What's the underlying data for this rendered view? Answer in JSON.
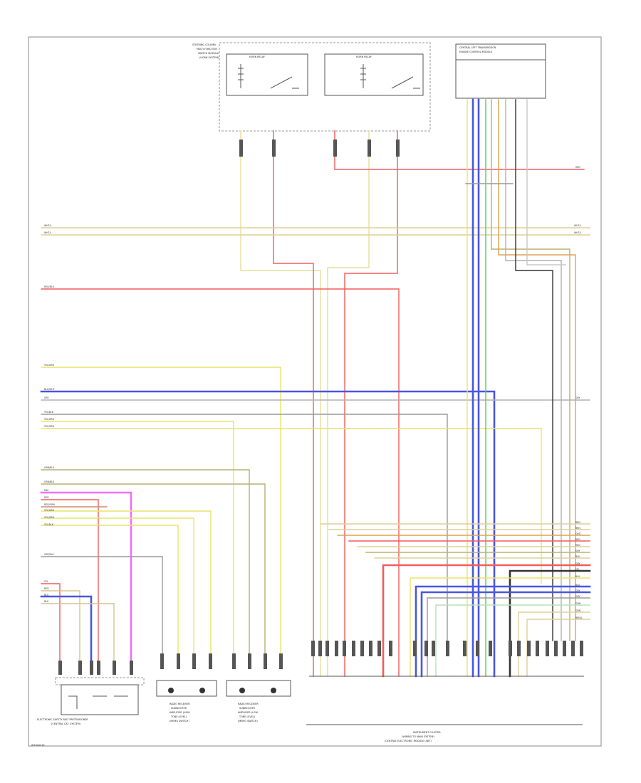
{
  "components": {
    "steering_switch": {
      "caption": [
        "STEERING COLUMN",
        "MULTI-FUNCTION",
        "SWITCH MODULE",
        "(HORN SYSTEM)"
      ]
    },
    "relay_left": {
      "caption": "HORN RELAY"
    },
    "relay_right": {
      "caption": "HORN RELAY"
    },
    "top_right_module": {
      "caption": [
        "CENTRAL LEFT TRANSMISSION",
        "ENGINE CONTROL MODULE"
      ]
    },
    "bottom_left_module": {
      "caption": [
        "ELECTRONIC SAFETY BELT PRETENSIONER",
        "(CENTRAL CAT. SYSTEM)"
      ]
    },
    "bottom_mid_1": {
      "caption": [
        "RADIO RECEIVER",
        "SUBWOOFER",
        "AMPLIFIER (HIGH",
        "TONE LEVEL)",
        "(MEMO SWITCH)"
      ]
    },
    "bottom_mid_2": {
      "caption": [
        "RADIO RECEIVER",
        "SUBWOOFER",
        "AMPLIFIER (LOW",
        "TONE LEVEL)",
        "(MEMO SWITCH)"
      ]
    },
    "bottom_right_module": {
      "caption": [
        "INSTRUMENT CLUSTER",
        "(WIRING TO MAIN SYSTEM)",
        "(CENTRAL ELECTRONIC MODULE UNIT)"
      ]
    }
  },
  "wire_labels": {
    "top_right_red": "RED",
    "row1_left": "WHT/L",
    "row2_left": "WHT/L",
    "row1_right": "WHT/L",
    "row2_right": "WHT/L",
    "red_line_left": "RED/BLK",
    "yel_line_left": "YEL/GRN",
    "blue_line_left": "BLU/WHT",
    "gry_line_left": "GRY",
    "gry_line_right": "GRY",
    "block_a": [
      "YEL/BLK",
      "YEL/GRN",
      "YEL/GRN"
    ],
    "block_b": [
      "GRN/BLK",
      "GRN/BLK"
    ],
    "block_c": [
      "PNK",
      "RED",
      "RED/GRN",
      "YEL/GRN",
      "YEL/GRN",
      "YEL/BLK"
    ],
    "block_d": "GRY/BLK",
    "block_e": [
      "YEL",
      "RED",
      "BLU",
      "BLU"
    ],
    "right_block": [
      "BRN",
      "BRN",
      "ORG",
      "RED",
      "RED",
      "GRY",
      "BLK",
      "GRY",
      "YEL",
      "BLU",
      "BLU",
      "GRY",
      "GRY",
      "GRN",
      "GRN",
      "BRN/L"
    ]
  },
  "footer": {
    "ref": "W33048 XX"
  },
  "colors": {
    "red": "#f25c5c",
    "yellow": "#e9e36a",
    "tan": "#d8c48a",
    "blue": "#4a56e0",
    "green": "#4ed24e",
    "pink": "#f070f0",
    "gray": "#8c8c8c",
    "black": "#333333",
    "olive": "#b8b070",
    "orange": "#e0a050"
  }
}
